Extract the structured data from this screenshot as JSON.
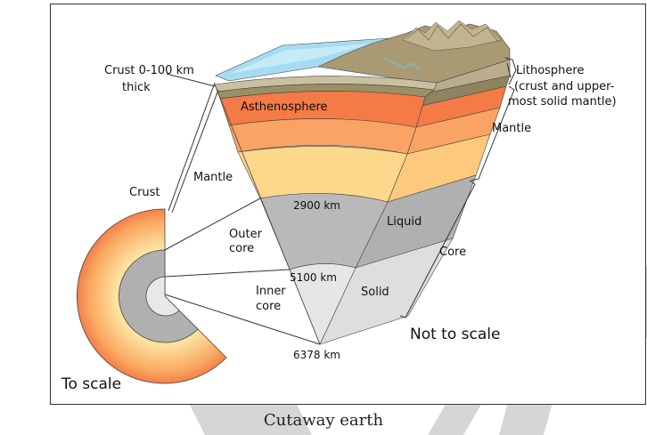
{
  "caption": "Cutaway earth",
  "labels": {
    "crust_top": "Crust 0-100 km",
    "crust_top_2": "thick",
    "asthenosphere": "Asthenosphere",
    "mantle_left": "Mantle",
    "crust_small": "Crust",
    "outer_core_1": "Outer",
    "outer_core_2": "core",
    "inner_core_1": "Inner",
    "inner_core_2": "core",
    "depth_2900": "2900 km",
    "depth_5100": "5100 km",
    "depth_6378": "6378 km",
    "liquid": "Liquid",
    "solid": "Solid",
    "lithosphere_1": "Lithosphere",
    "lithosphere_2": "(crust and upper-",
    "lithosphere_3": "most solid mantle)",
    "mantle_right": "Mantle",
    "core_right": "Core",
    "not_to_scale": "Not to scale",
    "to_scale": "To scale"
  },
  "colors": {
    "ocean": "#a6dcf2",
    "land": "#a99a73",
    "asthenosphere": "#f47a46",
    "mantle_upper": "#f9a365",
    "mantle_mid": "#fbbd78",
    "mantle_lower": "#fdd78c",
    "outer_core": "#b6b6b6",
    "inner_core": "#e4e4e4",
    "watermark": "#d5d5d5"
  }
}
